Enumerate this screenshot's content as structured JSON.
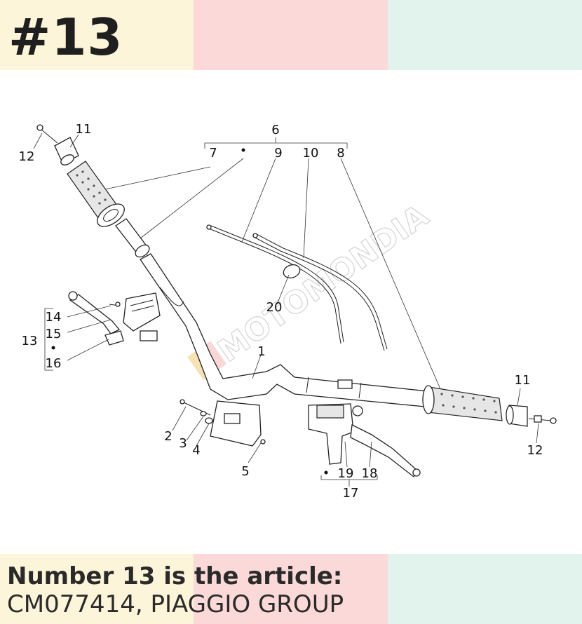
{
  "header": {
    "number": "#13"
  },
  "caption": {
    "heading": "Number 13 is the article:",
    "article": "CM077414, PIAGGIO GROUP"
  },
  "diagram": {
    "watermark": "MOTOMONDIA",
    "callouts": {
      "c1": "1",
      "c2": "2",
      "c3": "3",
      "c4": "4",
      "c5": "5",
      "c6": "6",
      "c7": "7",
      "c8": "8",
      "c9": "9",
      "c10": "10",
      "c11_left": "11",
      "c11_right": "11",
      "c12_left": "12",
      "c12_right": "12",
      "c13": "13",
      "c14": "14",
      "c15": "15",
      "c16": "16",
      "c17": "17",
      "c18": "18",
      "c19": "19",
      "c20": "20"
    }
  },
  "colors": {
    "band_yellow": "#fdf5d9",
    "band_pink": "#fad9d8",
    "band_green": "#e2f2ec",
    "text_dark": "#2a2a2a"
  }
}
